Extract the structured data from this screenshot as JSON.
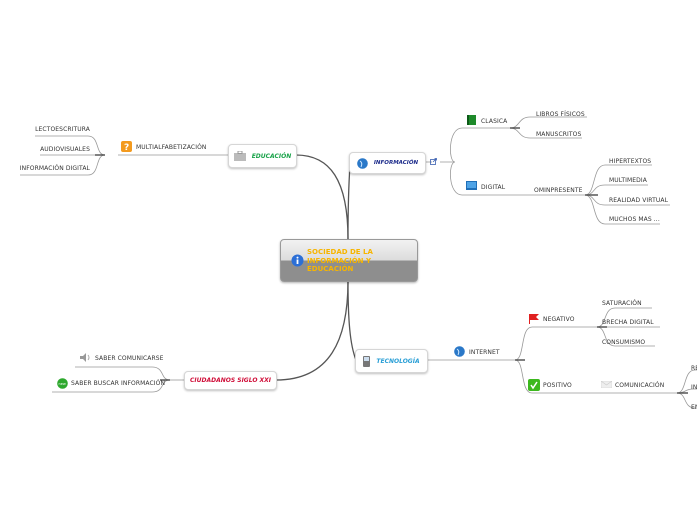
{
  "central": {
    "title_lines": [
      "SOCIEDAD DE LA",
      "INFORMACIÓN Y",
      "EDUCACIÓN"
    ],
    "icon": "info-icon"
  },
  "colors": {
    "central_text": "#f7b500",
    "educacion": "#1aa34a",
    "informacion": "#1b2a8a",
    "tecnologia": "#2a9fd6",
    "ciudadanos": "#d0103a"
  },
  "educacion": {
    "label": "EDUCACIÓN",
    "icon": "briefcase-icon",
    "child": {
      "label": "MULTIALFABETIZACIÓN",
      "icon": "question-icon",
      "children": [
        "LECTOESCRITURA",
        "AUDIOVISUALES",
        "INFORMACIÓN DIGITAL"
      ]
    }
  },
  "informacion": {
    "label": "INFORMACIÓN",
    "icon": "globe-icon",
    "link_icon": "external-link-icon",
    "clasica": {
      "label": "CLASICA",
      "icon": "book-icon",
      "children": [
        "LIBROS FÍSICOS",
        "MANUSCRITOS"
      ]
    },
    "digital": {
      "label": "DIGITAL",
      "icon": "monitor-icon",
      "ominpresente": {
        "label": "OMINPRESENTE",
        "children": [
          "HIPERTEXTOS",
          "MULTIMEDIA",
          "REALIDAD  VIRTUAL",
          "MUCHOS MAS ..."
        ]
      }
    }
  },
  "tecnologia": {
    "label": "TECNOLOGÍA",
    "icon": "phone-icon",
    "internet": {
      "label": "INTERNET",
      "icon": "globe-icon",
      "negativo": {
        "label": "NEGATIVO",
        "icon": "flag-icon",
        "children": [
          "SATURACIÓN",
          "BRECHA DIGITAL",
          "CONSUMISMO"
        ]
      },
      "positivo": {
        "label": "POSITIVO",
        "icon": "check-icon",
        "comunicacion": {
          "label": "COMUNICACIÓN",
          "icon": "envelope-icon",
          "children": [
            "RE",
            "IN",
            "EN"
          ]
        }
      }
    }
  },
  "ciudadanos": {
    "label": "CIUDADANOS SIGLO XXI",
    "children": [
      {
        "label": "SABER COMUNICARSE",
        "icon": "speaker-icon"
      },
      {
        "label": "SABER BUSCAR INFORMACIÓN",
        "icon": "new-badge-icon"
      }
    ]
  }
}
